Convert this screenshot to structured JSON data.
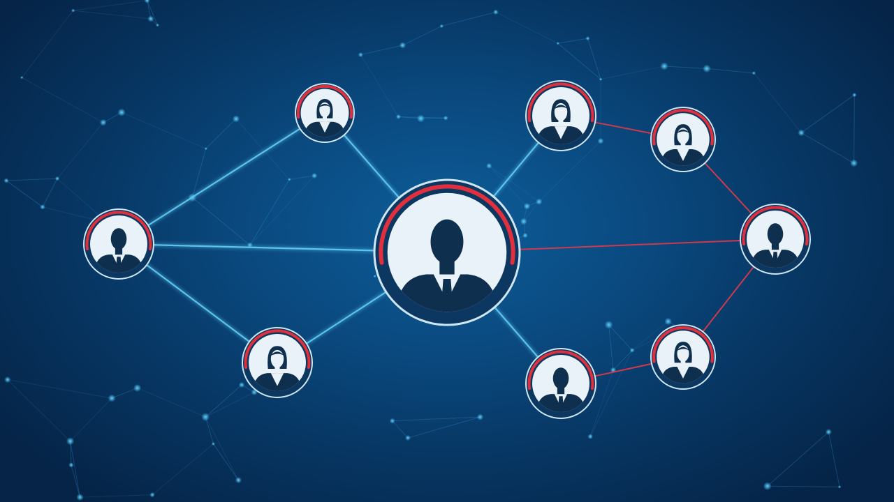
{
  "colors": {
    "background_center": "#0d5d9a",
    "background_edge": "#052447",
    "link_blue": "#5ec8f0",
    "link_red": "#d93a4a",
    "ring_red": "#e0303e",
    "node_outline": "#cfe6f7",
    "node_face": "#e9f2f9",
    "silhouette": "#0f2f4e",
    "particle": "#5fd0ff"
  },
  "nodes": [
    {
      "id": "center",
      "figure": "man",
      "role": "hub"
    },
    {
      "id": "top-left",
      "figure": "woman"
    },
    {
      "id": "left",
      "figure": "man"
    },
    {
      "id": "bottom-left",
      "figure": "woman"
    },
    {
      "id": "top-mid-right",
      "figure": "woman"
    },
    {
      "id": "top-right",
      "figure": "woman"
    },
    {
      "id": "right",
      "figure": "man"
    },
    {
      "id": "bottom-right",
      "figure": "woman"
    },
    {
      "id": "bottom-mid-right",
      "figure": "man"
    }
  ],
  "links": [
    {
      "from": "left",
      "to": "top-left",
      "color": "blue"
    },
    {
      "from": "left",
      "to": "center",
      "color": "blue"
    },
    {
      "from": "left",
      "to": "bottom-left",
      "color": "blue"
    },
    {
      "from": "top-left",
      "to": "center",
      "color": "blue"
    },
    {
      "from": "bottom-left",
      "to": "center",
      "color": "blue"
    },
    {
      "from": "center",
      "to": "top-mid-right",
      "color": "blue"
    },
    {
      "from": "center",
      "to": "bottom-mid-right",
      "color": "blue"
    },
    {
      "from": "right",
      "to": "center",
      "color": "red"
    },
    {
      "from": "top-mid-right",
      "to": "top-right",
      "color": "red"
    },
    {
      "from": "top-right",
      "to": "right",
      "color": "red"
    },
    {
      "from": "right",
      "to": "bottom-right",
      "color": "red"
    },
    {
      "from": "bottom-right",
      "to": "bottom-mid-right",
      "color": "red"
    }
  ]
}
